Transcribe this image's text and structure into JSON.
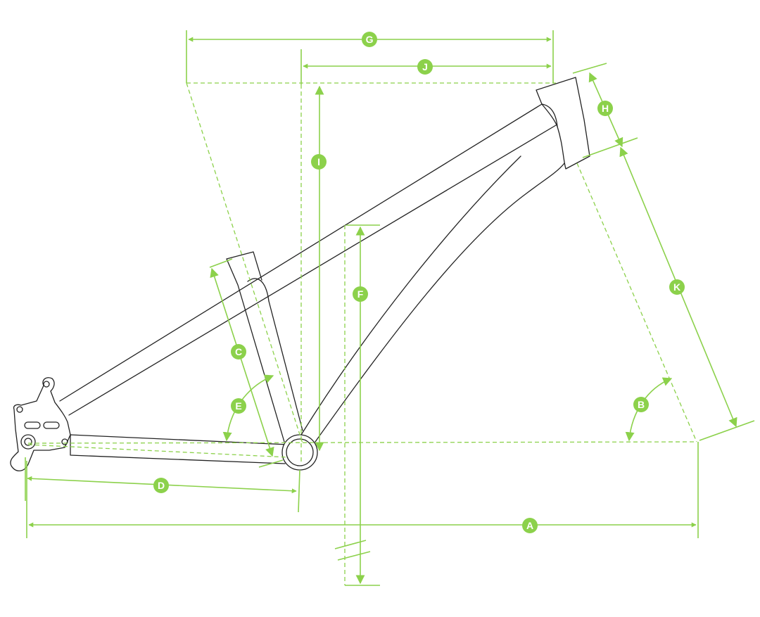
{
  "diagram": {
    "accent_color": "#8cd14b",
    "line_color": "#222222",
    "labels": {
      "A": "A",
      "B": "B",
      "C": "C",
      "D": "D",
      "E": "E",
      "F": "F",
      "G": "G",
      "H": "H",
      "I": "I",
      "J": "J",
      "K": "K"
    }
  }
}
